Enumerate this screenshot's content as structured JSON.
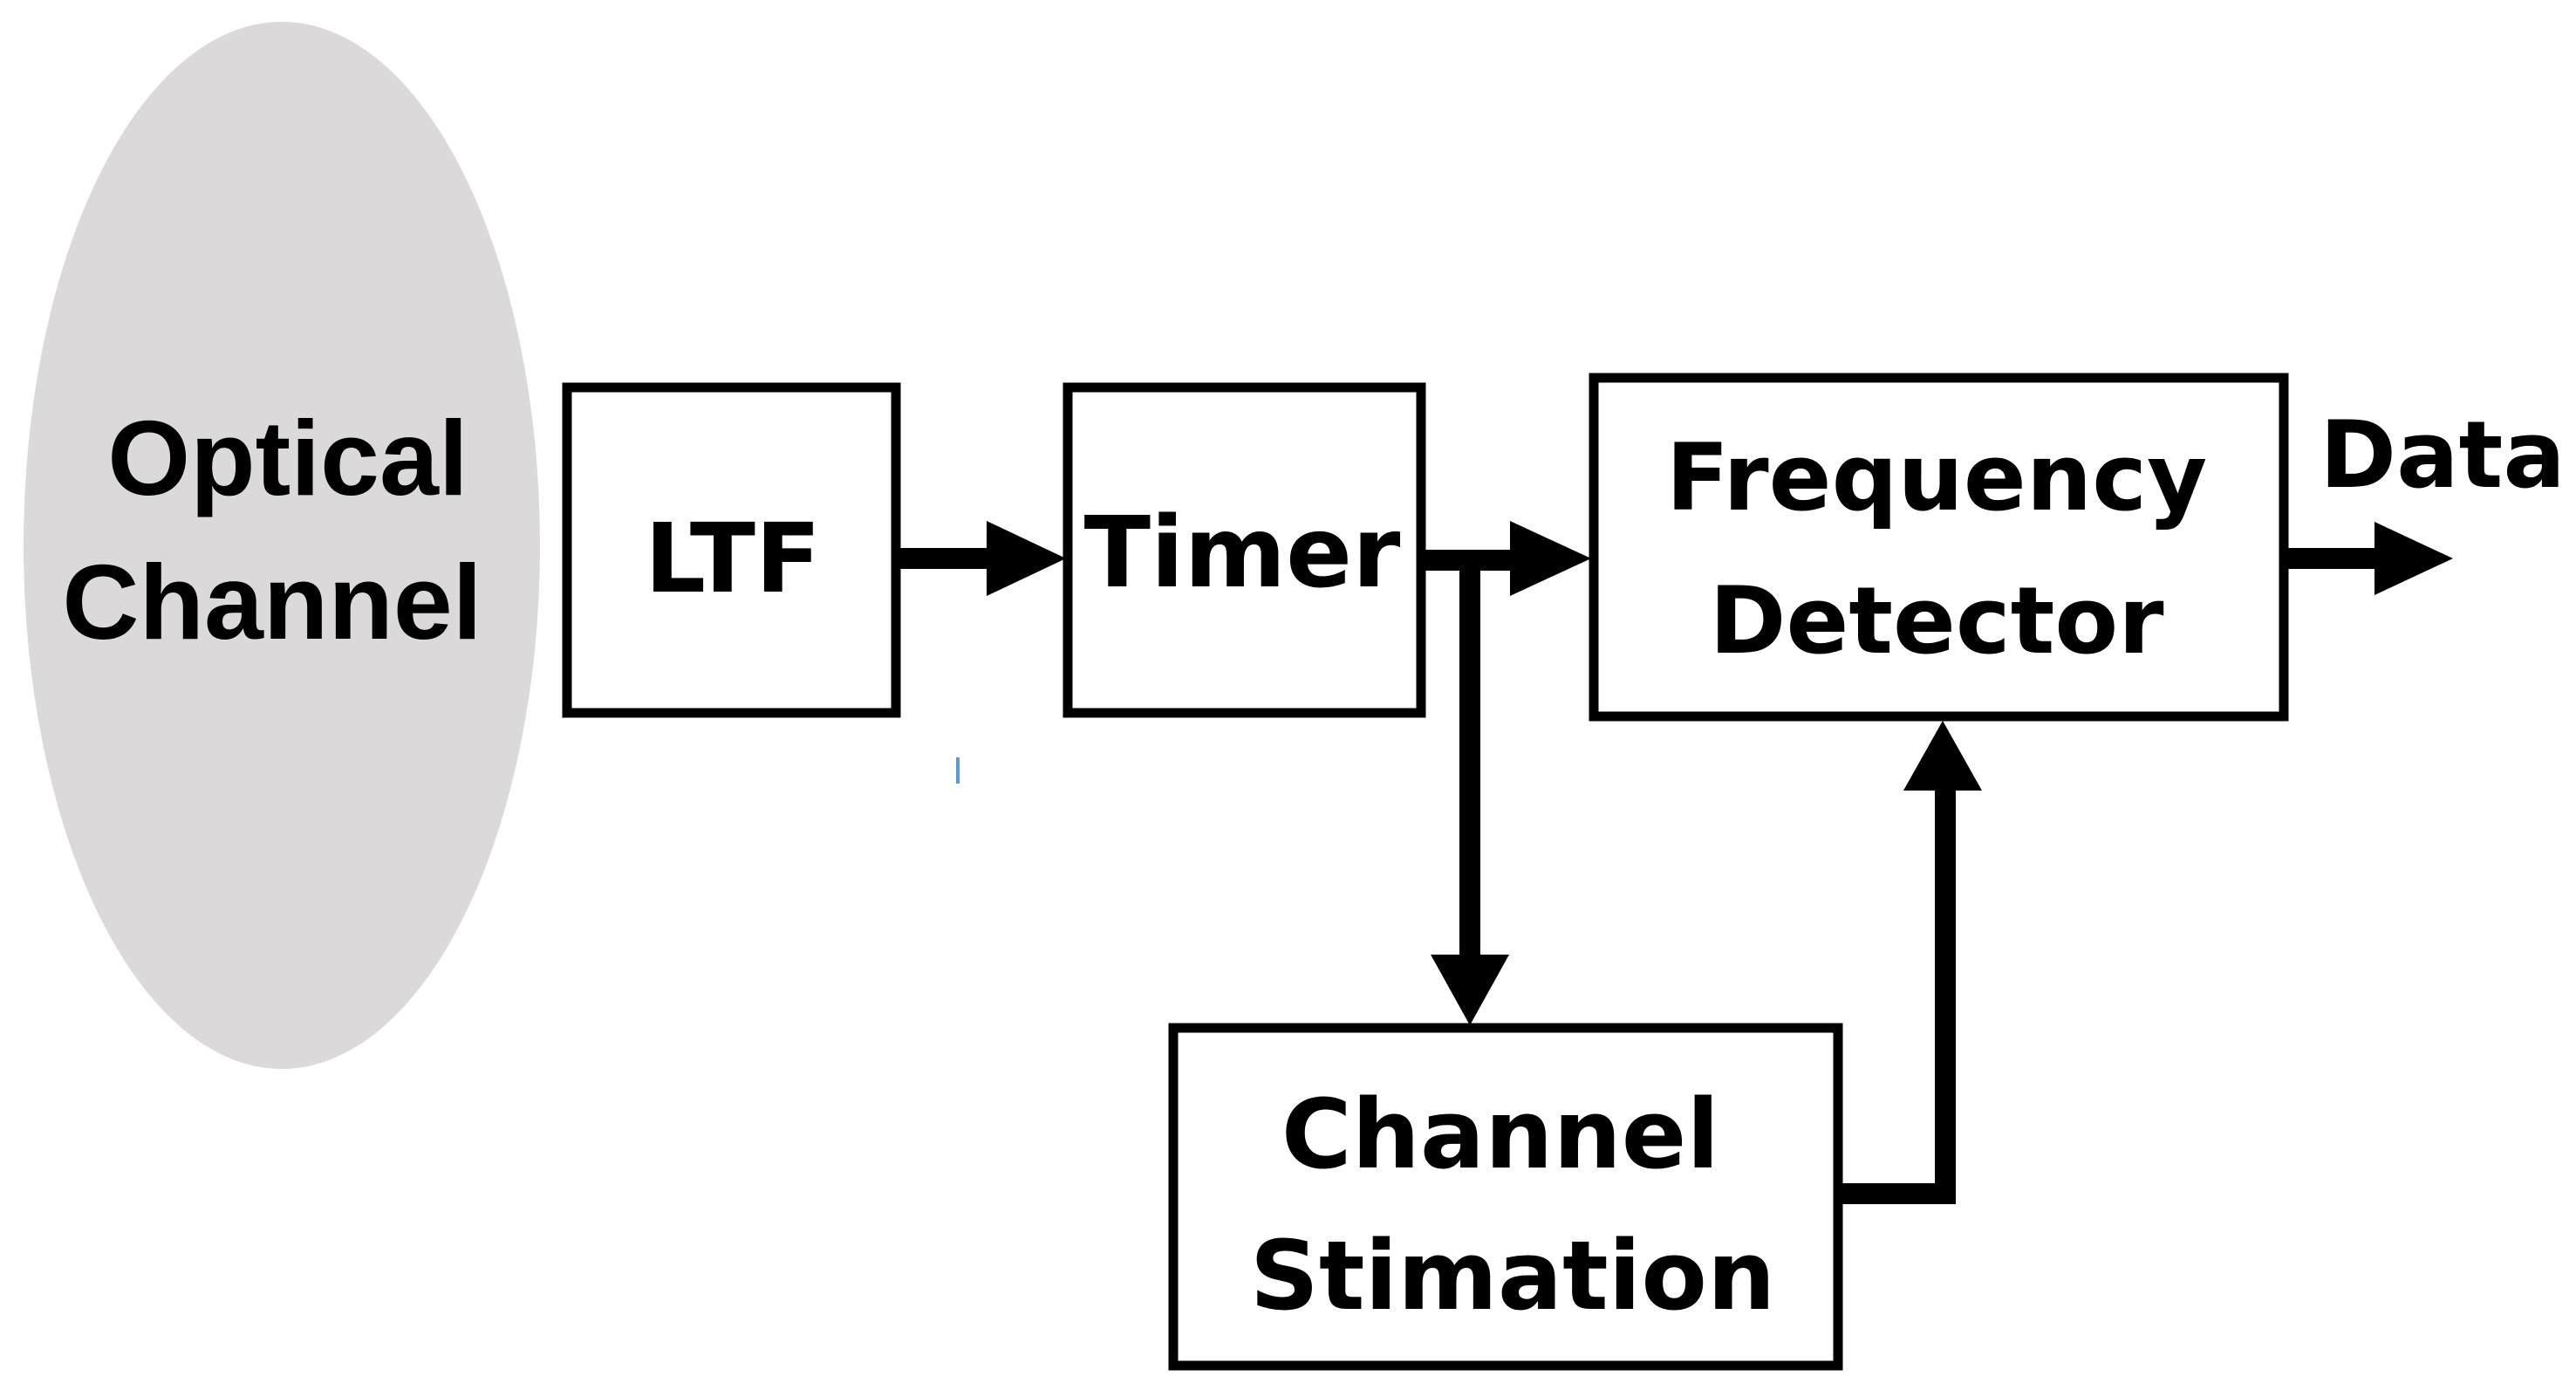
{
  "colors": {
    "ellipse_fill": "#dbd9da",
    "stroke": "#000000",
    "text": "#000000",
    "background": "#ffffff",
    "stray_mark": "#5b9bd5"
  },
  "nodes": {
    "optical_channel": {
      "line1": "Optical",
      "line2": "Channel"
    },
    "ltf": {
      "label": "LTF"
    },
    "timer": {
      "label": "Timer"
    },
    "frequency_detector": {
      "line1": "Frequency",
      "line2": "Detector"
    },
    "channel_stimation": {
      "line1": "Channel",
      "line2": "Stimation"
    }
  },
  "output": {
    "label": "Data"
  },
  "edges": [
    {
      "from": "LTF",
      "to": "Timer"
    },
    {
      "from": "Timer",
      "to": "Frequency Detector"
    },
    {
      "from": "Timer",
      "to": "Channel Stimation"
    },
    {
      "from": "Channel Stimation",
      "to": "Frequency Detector"
    },
    {
      "from": "Frequency Detector",
      "to": "Data"
    }
  ]
}
